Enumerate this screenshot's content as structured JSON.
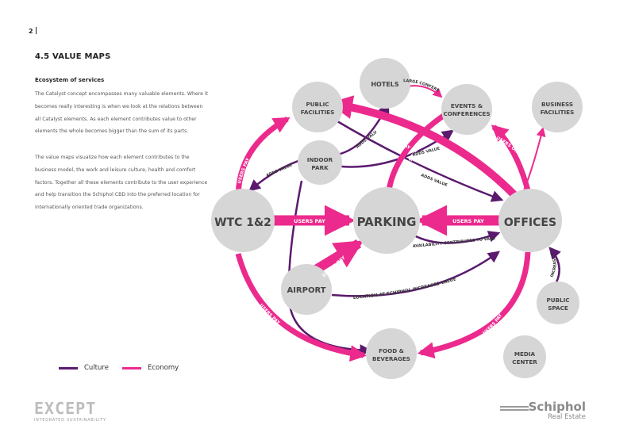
{
  "page": {
    "number": "2"
  },
  "section": {
    "title": "4.5  VALUE MAPS",
    "subtitle": "Ecosystem of services"
  },
  "text": {
    "paragraph1": "The Catalyst concept encompasses many valuable elements. Where it becomes really interesting is when we look at the relations between all Catalyst elements.  As each element contributes value to other elements the whole becomes bigger than the sum of its parts.",
    "paragraph2": "The value maps visualize how each element contributes to the business model, the work and leisure culture, health and comfort factors. Together all these elements contribute to the user experience and help transition the Schiphol CBD into the preferred location for internationally oriented trade organizations."
  },
  "colors": {
    "culture": "#5b1a6e",
    "economy": "#ec2a8d",
    "node": "#d6d6d6"
  },
  "legend": {
    "culture": "Culture",
    "economy": "Economy"
  },
  "nodes": {
    "hotels": "HOTELS",
    "public_facilities": [
      "PUBLIC",
      "FACILITIES"
    ],
    "events": [
      "EVENTS &",
      "CONFERENCES"
    ],
    "business": [
      "BUSINESS",
      "FACILITIES"
    ],
    "indoor_park": [
      "INDOOR",
      "PARK"
    ],
    "wtc": "WTC 1&2",
    "parking": "PARKING",
    "offices": "OFFICES",
    "airport": "AIRPORT",
    "public_space": [
      "PUBLIC",
      "SPACE"
    ],
    "food": [
      "FOOD &",
      "BEVERAGES"
    ],
    "media": [
      "MEDIA",
      "CENTER"
    ]
  },
  "edge_labels": {
    "large_conferences": "LARGE CONFERENCES",
    "users_pay_public": "USERS PAY",
    "visitors_pay": "VISITORS PAY",
    "users_organize": "USERS ORGANIZE",
    "adds_value_park_hotels": "ADDS VALUE",
    "adds_value_park_wtc": "ADDS VALUE",
    "adds_value_events": "ADDS VALUE",
    "adds_value_offices": "ADDS VALUE",
    "users_pay_wtc_public": "USERS PAY",
    "users_pay_wtc_parking": "USERS PAY",
    "users_pay_offices_parking": "USERS PAY",
    "users_pay_airport": "USERS PAY",
    "availability": "AVAILABILITY CONTRIBUTES TO VALUE",
    "location": "LOCATION AT SCHIPHOL INCREASES VALUE",
    "increase_value": "INCREASE VALUE",
    "users_pay_wtc_food": "USERS PAY",
    "users_pay_offices_food": "USERS PAY"
  },
  "logos": {
    "except": "EXCEPT",
    "except_tagline": "INTEGRATED SUSTAINABILITY",
    "schiphol": "Schiphol",
    "schiphol_sub": "Real Estate"
  }
}
